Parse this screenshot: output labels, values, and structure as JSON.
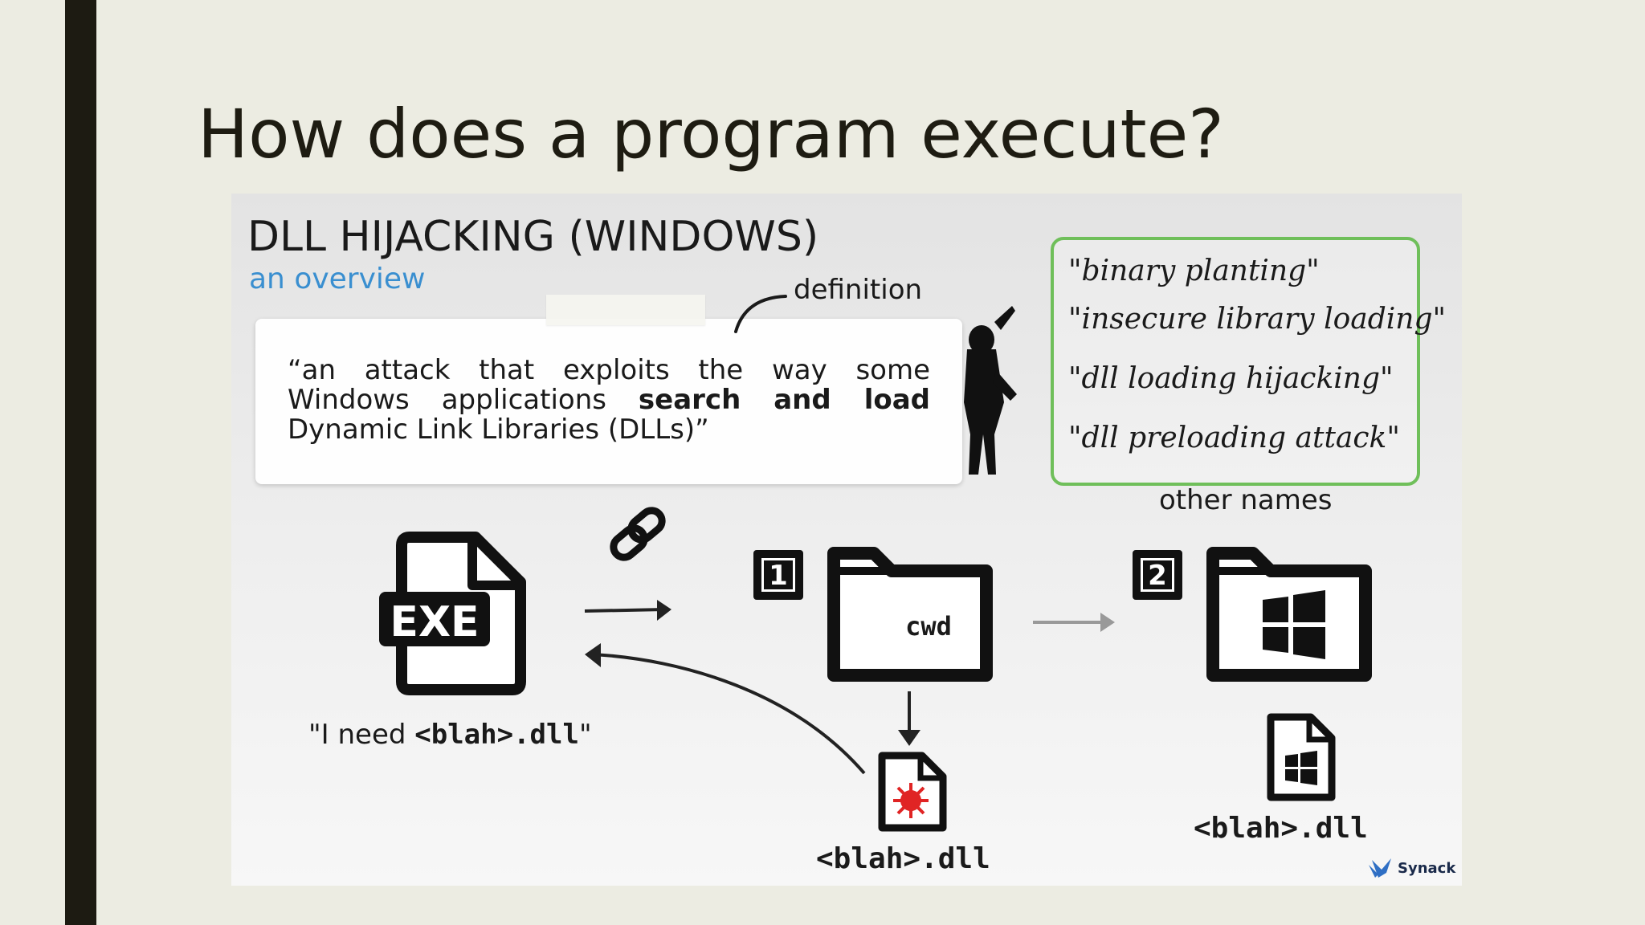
{
  "slide": {
    "title": "How does a program execute?"
  },
  "diagram": {
    "title": "DLL HIJACKING (WINDOWS)",
    "subtitle": "an overview",
    "definition_label": "definition",
    "definition_text_start": "“an attack that exploits the way some Windows applications ",
    "definition_text_bold": "search and load",
    "definition_text_end": " Dynamic Link Libraries (DLLs)”",
    "other_names": [
      "\"binary planting\"",
      "\"insecure library loading\"",
      "\"dll loading hijacking\"",
      "\"dll preloading attack\""
    ],
    "other_names_caption": "other names",
    "exe_icon_label": "EXE",
    "exe_caption_start": "\"I need ",
    "exe_caption_code": "<blah>.dll",
    "exe_caption_end": "\"",
    "step_1": "1",
    "step_2": "2",
    "cwd_label": "cwd",
    "malicious_dll_caption": "<blah>.dll",
    "system_dll_caption": "<blah>.dll",
    "logo_text": "Synack",
    "colors": {
      "subtitle_blue": "#3a8fd0",
      "names_border_green": "#6fbf5a",
      "malware_red": "#e02424",
      "side_bar": "#1d1b12"
    }
  }
}
